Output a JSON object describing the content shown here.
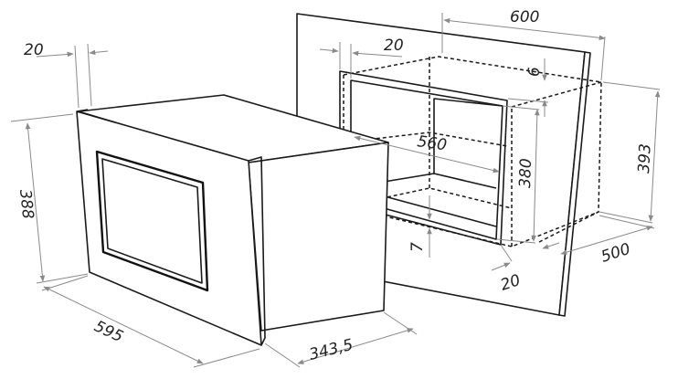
{
  "dimensions": {
    "microwave_front_frame": "20",
    "microwave_height": "388",
    "microwave_width": "595",
    "microwave_depth": "343,5",
    "niche_width": "600",
    "niche_side_gap": "20",
    "niche_top_gap": "6",
    "niche_height": "393",
    "niche_depth": "500",
    "niche_bottom_gap": "20",
    "cutout_width": "560",
    "cutout_height": "380",
    "cutout_bottom_offset": "7"
  }
}
